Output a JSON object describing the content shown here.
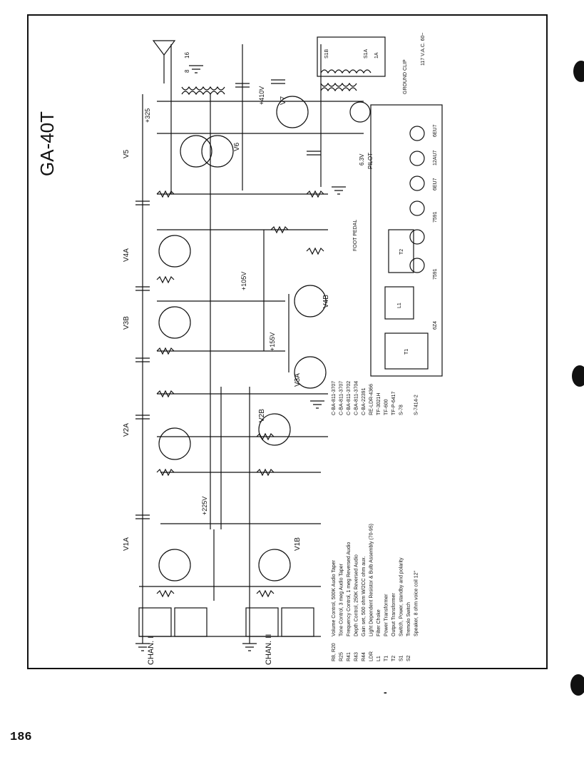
{
  "title": "GA-40T",
  "page_number": "186",
  "channels": [
    "CHAN. I",
    "CHAN. II"
  ],
  "tube_labels": [
    "V1A",
    "V1B",
    "V2A",
    "V2B",
    "V3A",
    "V3B",
    "V4A",
    "V4B",
    "V5",
    "V6",
    "V7"
  ],
  "supply_labels": [
    "+225V",
    "+155V",
    "+105V",
    "+325",
    "+410V"
  ],
  "parts_list": [
    {
      "ref": "R8, R20",
      "desc": "Volume Control, 500K Audio Taper",
      "part": "C-BA-811-3707"
    },
    {
      "ref": "R25",
      "desc": "Tone Control, 3 meg Audio Taper",
      "part": "C-BA-811-3707"
    },
    {
      "ref": "R41",
      "desc": "Frequency Control, 1 meg Reversed Audio",
      "part": "C-BA-811-3702"
    },
    {
      "ref": "R43",
      "desc": "Depth Control, 250K Reversed Audio",
      "part": "C-BA-811-3704"
    },
    {
      "ref": "R44",
      "desc": "Gain set, 500 ohm W/2CC ohm aux.",
      "part": "C-BA-22391"
    },
    {
      "ref": "LDR",
      "desc": "Light Dependent Resistor & Bulb Assembly (70-95)",
      "part": "RE-LDR-4366"
    },
    {
      "ref": "L1",
      "desc": "Filter Choke",
      "part": "TF-3021H"
    },
    {
      "ref": "T1",
      "desc": "Power Transformer",
      "part": "TF-600"
    },
    {
      "ref": "T2",
      "desc": "Output Transformer",
      "part": "TF-P-6417"
    },
    {
      "ref": "S1",
      "desc": "Switch, Power, standby and polarity",
      "part": "S-78"
    },
    {
      "ref": "S2",
      "desc": "Tremolo Switch",
      "part": ""
    },
    {
      "ref": "",
      "desc": "Speaker, 8 ohm voice coil 12\"",
      "part": "S-7414-2"
    }
  ],
  "layout_tubes": [
    "6EU7",
    "12AU7",
    "6EU7",
    "7591",
    "7591",
    "6Z4"
  ],
  "layout_labels": [
    "T2",
    "L1",
    "T1"
  ],
  "switch_labels": [
    "FOOT PEDAL",
    "117 V.A.C. 60~",
    "S1B",
    "S1A",
    "1A",
    "GROUND CLIP"
  ],
  "output_labels": [
    "6.3V",
    "PILOT",
    "16",
    "8"
  ]
}
